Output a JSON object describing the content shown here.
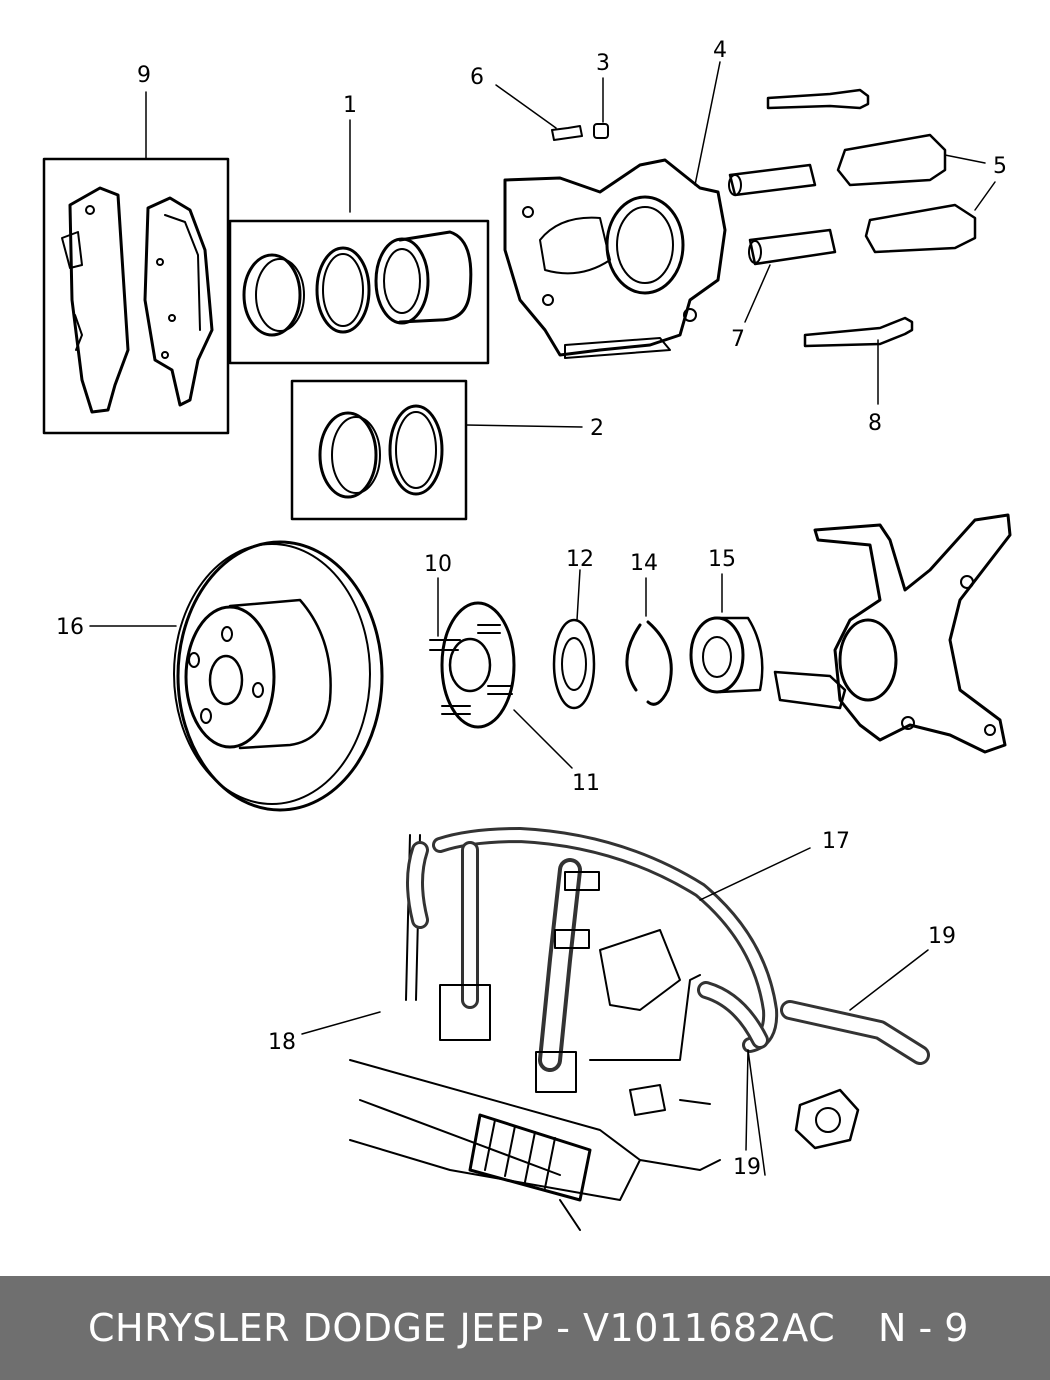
{
  "labels": {
    "l1": "1",
    "l2": "2",
    "l3": "3",
    "l4": "4",
    "l5": "5",
    "l6": "6",
    "l7": "7",
    "l8": "8",
    "l9": "9",
    "l10": "10",
    "l11": "11",
    "l12": "12",
    "l14": "14",
    "l15": "15",
    "l16": "16",
    "l17": "17",
    "l18": "18",
    "l19a": "19",
    "l19b": "19"
  },
  "footer": {
    "brand_part": "CHRYSLER DODGE JEEP - V1011682AC",
    "page": "N - 9",
    "bar_color": "#6f6f6f"
  }
}
